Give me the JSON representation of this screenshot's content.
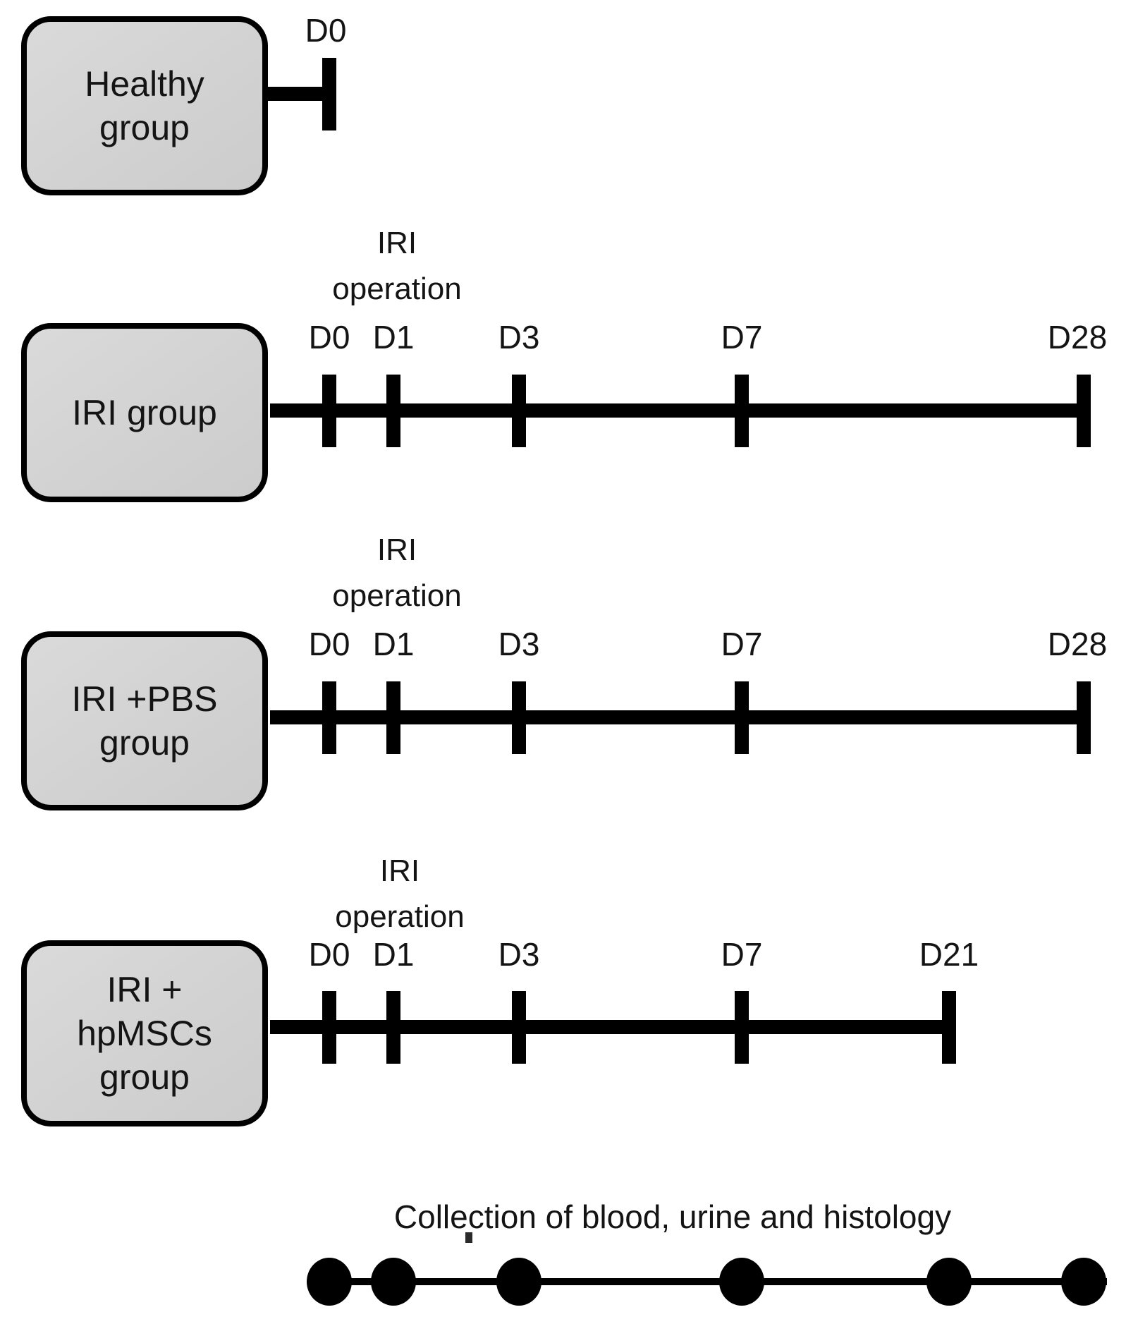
{
  "figure": {
    "operation_label_lines": [
      "IRI",
      "operation"
    ],
    "collection_note": "Collection of blood, urine and histology",
    "colors": {
      "box_fill": "#d3d3d3",
      "outline": "#000000",
      "text": "#141414",
      "background": "#ffffff"
    },
    "groups": [
      {
        "name": "Healthy group",
        "name_lines": [
          "Healthy",
          "group"
        ],
        "iri_operation": false,
        "timepoints": [
          "D0"
        ]
      },
      {
        "name": "IRI group",
        "name_lines": [
          "IRI group"
        ],
        "iri_operation": true,
        "timepoints": [
          "D0",
          "D1",
          "D3",
          "D7",
          "D28"
        ]
      },
      {
        "name": "IRI +PBS group",
        "name_lines": [
          "IRI +PBS",
          "group"
        ],
        "iri_operation": true,
        "timepoints": [
          "D0",
          "D1",
          "D3",
          "D7",
          "D28"
        ]
      },
      {
        "name": "IRI + hpMSCs group",
        "name_lines": [
          "IRI +",
          "hpMSCs",
          "group"
        ],
        "iri_operation": true,
        "timepoints": [
          "D0",
          "D1",
          "D3",
          "D7",
          "D21"
        ]
      }
    ],
    "collection_timepoints": [
      "D0",
      "D1",
      "D3",
      "D7",
      "D21",
      "D28"
    ]
  }
}
